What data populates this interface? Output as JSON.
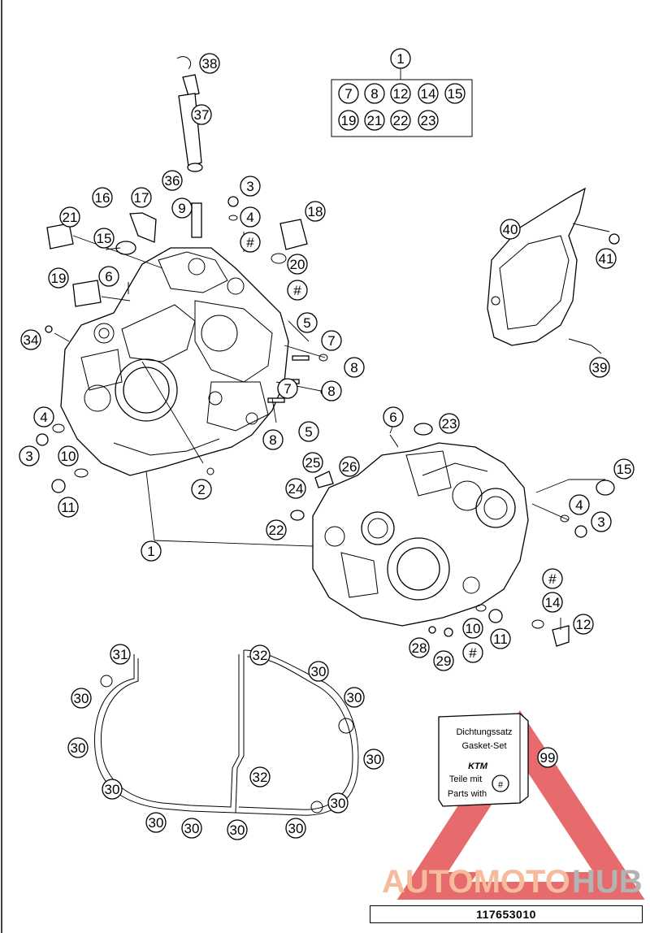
{
  "diagram": {
    "reference_number": "117653010",
    "kit_box": {
      "top_label": "1",
      "items_row1": [
        "7",
        "8",
        "12",
        "14",
        "15"
      ],
      "items_row2": [
        "19",
        "21",
        "22",
        "23"
      ]
    },
    "gasket_set_box": {
      "line1": "Dichtungssatz",
      "line2": "Gasket-Set",
      "logo": "KTM",
      "line3": "Teile mit",
      "line4": "Parts with",
      "marker": "#"
    },
    "watermark": {
      "part1": "AUTOMOTO",
      "part2": "HUB",
      "color1": "#f2a57a",
      "color2": "#9a9a9a",
      "triangle_color": "#e0393b"
    },
    "callouts": {
      "c38": "38",
      "c37": "37",
      "c36": "36",
      "c16": "16",
      "c17": "17",
      "c9": "9",
      "c3a": "3",
      "c4a": "4",
      "ha": "#",
      "c18": "18",
      "c21": "21",
      "c15a": "15",
      "c20": "20",
      "hb": "#",
      "c19": "19",
      "c6a": "6",
      "c5a": "5",
      "c34": "34",
      "c7a": "7",
      "c8a": "8",
      "c8b": "8",
      "c7b": "7",
      "c8c": "8",
      "c5b": "5",
      "c4b": "4",
      "c3b": "3",
      "c10a": "10",
      "c11a": "11",
      "c2": "2",
      "c1a": "1",
      "c40": "40",
      "c41": "41",
      "c39": "39",
      "c6b": "6",
      "c23": "23",
      "c25": "25",
      "c26": "26",
      "c24": "24",
      "c15b": "15",
      "c22": "22",
      "c4c": "4",
      "c3c": "3",
      "hc": "#",
      "c14": "14",
      "c12": "12",
      "c10b": "10",
      "c11b": "11",
      "hd": "#",
      "c28": "28",
      "c29": "29",
      "c31": "31",
      "c32a": "32",
      "c30a": "30",
      "c30b": "30",
      "c30c": "30",
      "c30d": "30",
      "c30e": "30",
      "c30f": "30",
      "c30g": "30",
      "c30h": "30",
      "c30i": "30",
      "c30j": "30",
      "c30k": "30",
      "c32b": "32",
      "c99": "99"
    }
  }
}
